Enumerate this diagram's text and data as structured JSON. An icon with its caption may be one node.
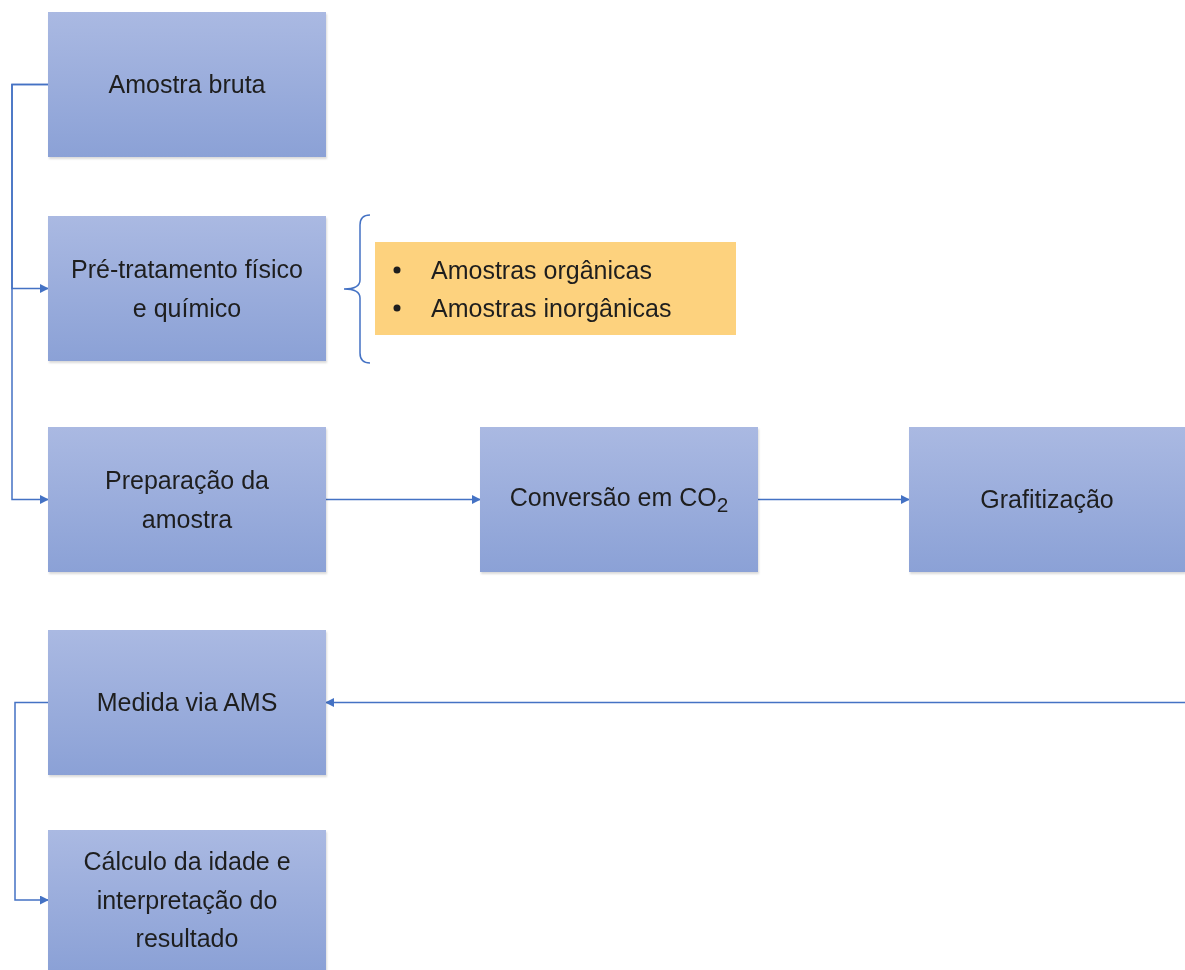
{
  "diagram": {
    "nodes": [
      {
        "text": [
          "Amostra bruta"
        ]
      },
      {
        "text": [
          "Pré-tratamento físico e químico"
        ]
      },
      {
        "text": [
          "Amostras orgânicas",
          "Amostras inorgânicas"
        ]
      },
      {
        "text": [
          "Preparação da amostra"
        ]
      },
      {
        "text": [
          "Conversão em CO$_{2}$"
        ]
      },
      {
        "text": [
          "Grafitização"
        ]
      },
      {
        "text": [
          "Medida via AMS"
        ]
      },
      {
        "text": [
          "Cálculo da idade e interpretação do resultado"
        ]
      }
    ],
    "edges": [
      {
        "from": 0,
        "to": 1,
        "arrow": "to"
      },
      {
        "from": 0,
        "to": 3,
        "arrow": "to"
      },
      {
        "from": 3,
        "to": 4,
        "arrow": "to"
      },
      {
        "from": 4,
        "to": 5,
        "arrow": "to"
      },
      {
        "from": 5,
        "to": 6,
        "arrow": "to"
      },
      {
        "from": 6,
        "to": 7,
        "arrow": "to"
      }
    ]
  }
}
